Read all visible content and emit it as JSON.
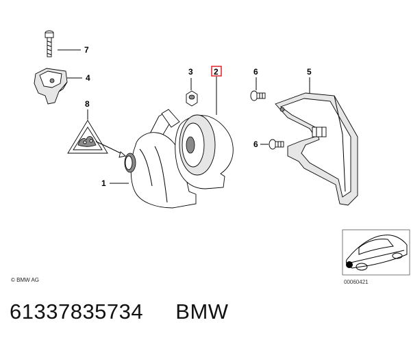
{
  "callouts": {
    "c1": "1",
    "c2": "2",
    "c3": "3",
    "c4": "4",
    "c5": "5",
    "c6a": "6",
    "c6b": "6",
    "c7": "7",
    "c8": "8"
  },
  "highlight_color": "#e0202a",
  "copyright": "© BMW AG",
  "image_id": "00060421",
  "footer": {
    "part_number": "61337835734",
    "brand": "BMW"
  }
}
